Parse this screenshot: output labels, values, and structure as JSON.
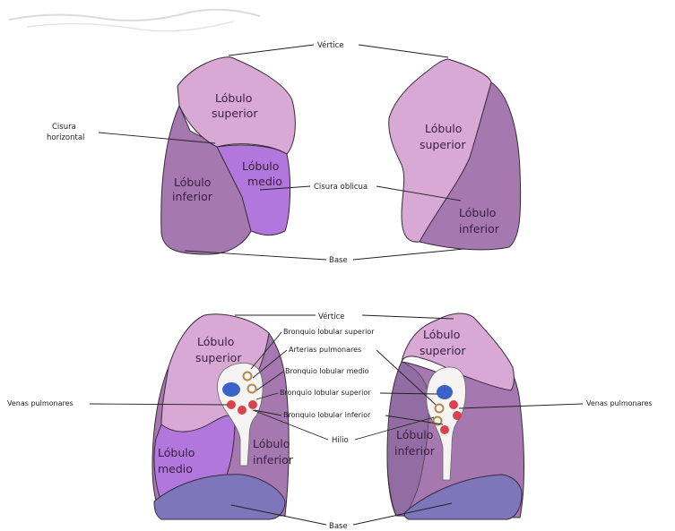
{
  "colors": {
    "lobe_light": "#d9a9d6",
    "lobe_mid": "#a579b0",
    "lobe_dark": "#8c6aa0",
    "lobe_violet": "#b277dc",
    "base_blue": "#7d76bb",
    "vessel_blue": "#3a62c8",
    "vessel_red": "#d8434d",
    "bronchus_brown": "#b08a4a"
  },
  "top_right_lung": {
    "superior": [
      "Lóbulo",
      "superior"
    ],
    "medio": [
      "Lóbulo",
      "medio"
    ],
    "inferior": [
      "Lóbulo",
      "inferior"
    ]
  },
  "top_left_lung": {
    "superior": [
      "Lóbulo",
      "superior"
    ],
    "inferior": [
      "Lóbulo",
      "inferior"
    ]
  },
  "top_labels": {
    "vertice": "Vértice",
    "cisura_horizontal": [
      "Cisura",
      "horizontal"
    ],
    "cisura_oblicua": "Cisura oblicua",
    "base": "Base"
  },
  "bottom_right_lung": {
    "superior": [
      "Lóbulo",
      "superior"
    ],
    "medio": [
      "Lóbulo",
      "medio"
    ],
    "inferior": [
      "Lóbulo",
      "inferior"
    ]
  },
  "bottom_left_lung": {
    "superior": [
      "Lóbulo",
      "superior"
    ],
    "inferior": [
      "Lóbulo",
      "inferior"
    ]
  },
  "bottom_labels": {
    "vertice": "Vértice",
    "bronquio_lobular_superior_1": "Bronquio lobular superior",
    "arterias_pulmonares": "Arterias pulmonares",
    "bronquio_lobular_medio": "Bronquio lobular medio",
    "bronquio_lobular_superior_2": "Bronquio lobular superior",
    "bronquio_lobular_inferior": "Bronquio lobular inferior",
    "hilio": "Hilio",
    "venas_pulmonares_left": "Venas pulmonares",
    "venas_pulmonares_right": "Venas pulmonares",
    "base": "Base"
  }
}
